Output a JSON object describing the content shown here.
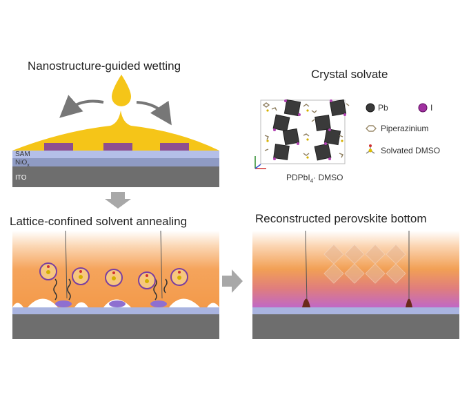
{
  "panels": {
    "wetting": {
      "title": "Nanostructure-guided wetting",
      "layers": {
        "sam": "SAM",
        "nio": "NiO",
        "nio_sub": "x",
        "ito": "ITO"
      }
    },
    "crystal": {
      "title": "Crystal solvate",
      "legend": {
        "pb": "Pb",
        "i": "I",
        "piperazinium": "Piperazinium",
        "dmso": "Solvated DMSO"
      },
      "formula": "PDPbI",
      "formula_sub": "4",
      "formula_suffix": "· DMSO"
    },
    "annealing": {
      "title": "Lattice-confined solvent annealing"
    },
    "reconstructed": {
      "title": "Reconstructed perovskite bottom"
    }
  },
  "colors": {
    "yellow": "#f5c518",
    "purple_pad": "#8e4f8f",
    "sam_blue": "#a9b4e0",
    "nio_blue": "#8f9bc4",
    "ito_gray": "#6e6e6e",
    "orange": "#f39a4a",
    "magenta": "#c46ac0",
    "arrow_gray": "#9e9e9e"
  }
}
